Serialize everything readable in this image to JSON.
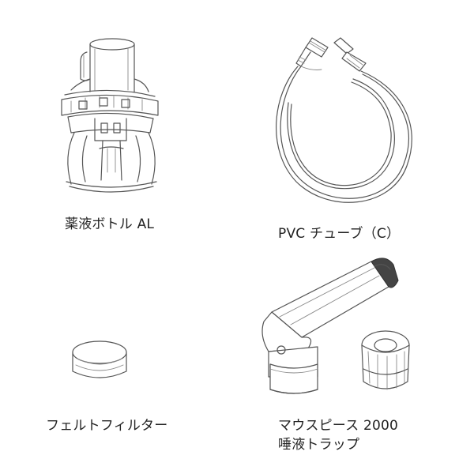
{
  "items": [
    {
      "label": "薬液ボトル AL",
      "icon": "medicine-bottle-icon"
    },
    {
      "label": "PVC チューブ（C）",
      "icon": "tube-icon"
    },
    {
      "label": "フェルトフィルター",
      "icon": "felt-filter-icon"
    },
    {
      "label_line1": "マウスピース 2000",
      "label_line2": "唾液トラップ",
      "icon": "mouthpiece-icon"
    }
  ]
}
